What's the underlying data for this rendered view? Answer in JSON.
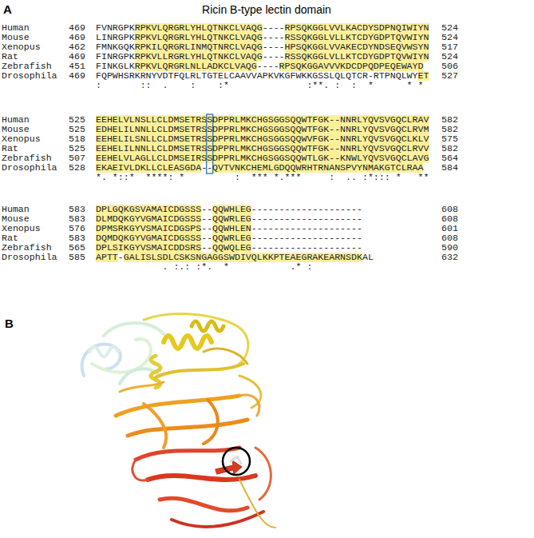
{
  "diagram": {
    "title": "Ricin B-type lectin domain",
    "labels": [
      "A",
      "Human",
      "469",
      "FVNRGPKRPKVLQRGRLYHLQTNKCLVAQG----RPSQKGGLVVLKACDYSDPNQIWIYN",
      "524",
      "Mouse",
      "469",
      "LINRGPKRPKVLQRGRLYHLQTNKCLVAQG----RSSQKGGLVLLKTCDYGDPTQVWIYN",
      "524",
      "Xenopus",
      "462",
      "FMNKGQKRPKILQRGRLINMQTNRCLVAQG----HPSQKGGLVVAKECDYNDSEQVWSYN",
      "517",
      "Rat",
      "469",
      "FINRGPKRPKVLLRGRLYHLQTNKCLVAQG----RSSQKGGLVLLKTCDYGDPTQVWIYN",
      "524",
      "Zebrafish",
      "451",
      "FINKGLKRPKVLQRGRLNLLADKCLVAQG----RPSQKGGAVVVKDCDPQDPEQEWAYD",
      "506",
      "Drosophila",
      "469",
      "FQPWHSRKRNYVDTFQLRLTGTELCAAVVAPKVKGFWKKGSSLQLQTCR-RTPNQLWYET",
      "527",
      ":       ::  .    :    :*              :**. :  :  *      * *",
      "Human",
      "525",
      "EEHELVLNSLLCLDMSETRSSDPPRLMKCHGSGGSQQWTFGK--NNRLYQVSVGQCLRAV",
      "582",
      "Mouse",
      "525",
      "EDHELILNNLLCLDMSETRSSDPPRLMKCHGSGGSQQWTFGK--NNRLYQVSVGQCLRVM",
      "582",
      "Xenopus",
      "518",
      "EEHELILSNLLCLDMSETRSSDPPRLMKCHGSGGSQQWVFGK--NNRLYQVSVGQCLKLV",
      "575",
      "Rat",
      "525",
      "EEHELILNNLLCLDMSETRSSDPPRLMKCHGSGGSQQWTFGK--NNRLYQVSVGQCLRVV",
      "582",
      "Zebrafish",
      "507",
      "EEHELVLAGLLCLDMSEIRSSDPPRLMKCHGSGGSQQWTLGK--KNWLYQVSVGQCLAVG",
      "564",
      "Drosophila",
      "528",
      "EKAEIVLDKLLCLEASGDA--QVTVNKCHEMLGDQQWRHTRNANSPVYNMAKGTCLRAA",
      "584",
      "*. *::*  ****: *         :  *** *.***     :  .. :*::: *   **",
      "Human",
      "583",
      "DPLGQKGSVAMAICDGSSS--QQWHLEG--------------------",
      "608",
      "Mouse",
      "583",
      "DLMDQKGYVGMAICDGSSS--QQWRLEG--------------------",
      "608",
      "Xenopus",
      "576",
      "DPMSRKGYVSMAICDGSPS--QQWHLEN--------------------",
      "601",
      "Rat",
      "583",
      "DQMDQKGYVGMAICDGSSS--QQWRLEG--------------------",
      "608",
      "Zebrafish",
      "565",
      "DPLSIKGYVSMAICDDSRS--QQWQLEG--------------------",
      "590",
      "Drosophila",
      "585",
      "APTT-GALISLSDLCSKSNGAGGSWDIVQLKKPTEAEGRAKEARNSDKAL",
      "632",
      "            . :.: :*.  *           .* :",
      "B"
    ]
  }
}
